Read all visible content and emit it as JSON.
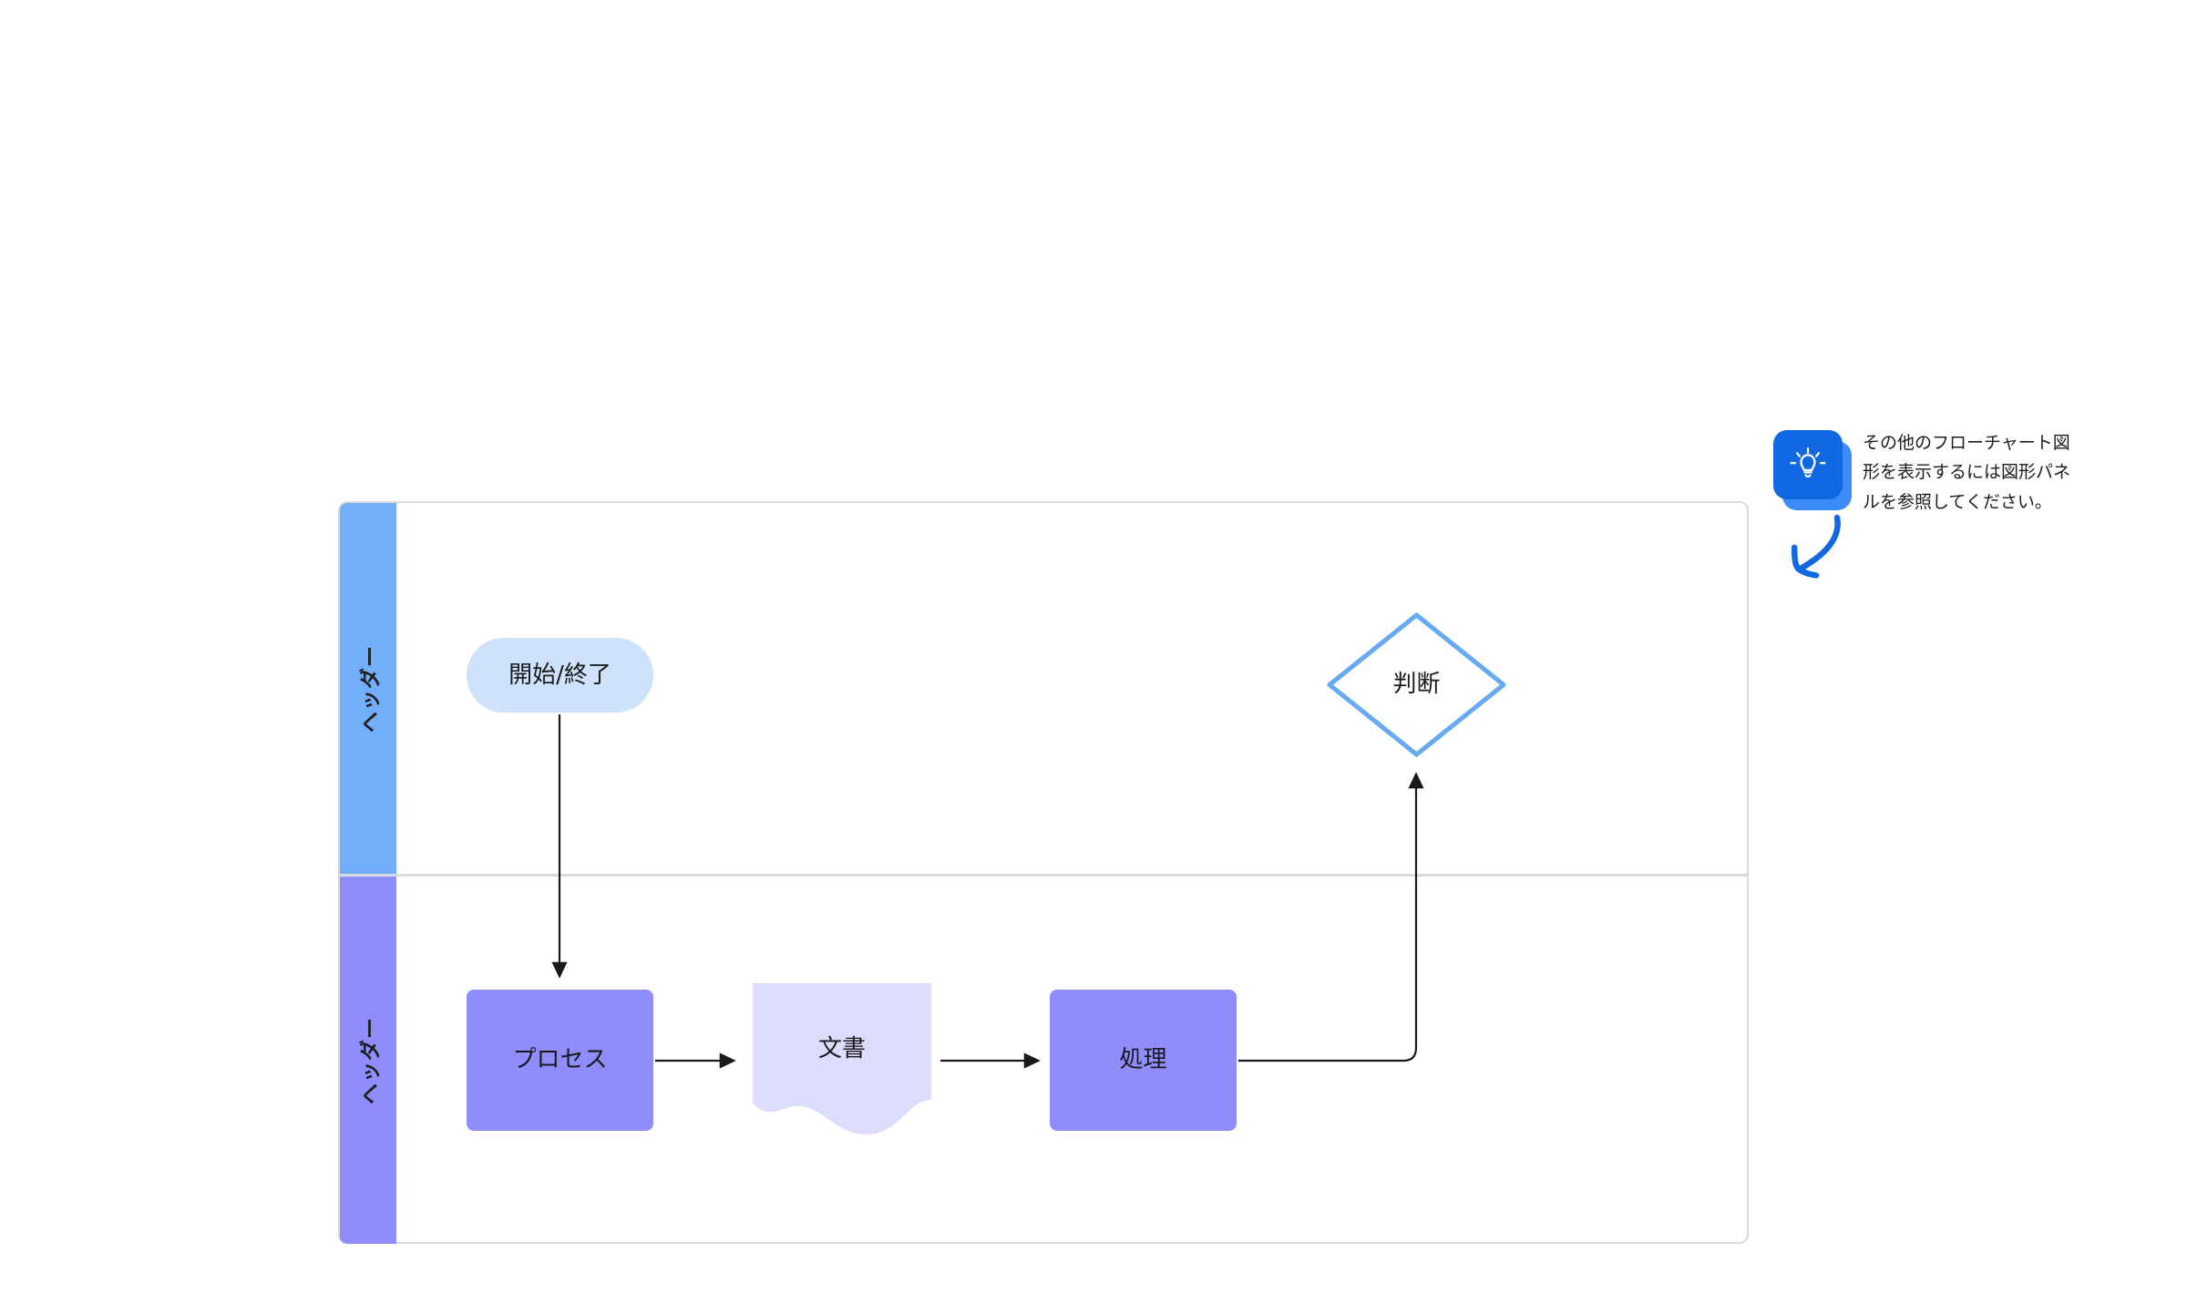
{
  "diagram": {
    "type": "swimlane-flowchart",
    "lanes": [
      {
        "label": "ヘッダー",
        "color": "#73aefb"
      },
      {
        "label": "ヘッダー",
        "color": "#8e8dfb"
      }
    ],
    "nodes": [
      {
        "id": "terminator",
        "label": "開始/終了",
        "shape": "rounded-terminator",
        "lane": 0,
        "fill": "#cfe2fb"
      },
      {
        "id": "decision",
        "label": "判断",
        "shape": "diamond",
        "lane": 0,
        "fill": "#ffffff",
        "stroke": "#66aaf2"
      },
      {
        "id": "process",
        "label": "プロセス",
        "shape": "rectangle",
        "lane": 1,
        "fill": "#8e8dfb"
      },
      {
        "id": "document",
        "label": "文書",
        "shape": "document",
        "lane": 1,
        "fill": "#dedcfd"
      },
      {
        "id": "handling",
        "label": "処理",
        "shape": "rectangle",
        "lane": 1,
        "fill": "#8e8dfb"
      }
    ],
    "edges": [
      {
        "from": "terminator",
        "to": "process",
        "label": ""
      },
      {
        "from": "process",
        "to": "document",
        "label": ""
      },
      {
        "from": "document",
        "to": "handling",
        "label": ""
      },
      {
        "from": "handling",
        "to": "decision",
        "label": ""
      }
    ],
    "edge_color": "#1a1a1a",
    "border_color": "#d5d9e0"
  },
  "tip": {
    "icon": "lightbulb-icon",
    "text": "その他のフローチャート図形を表示するには図形パネルを参照してください。",
    "accent_color": "#1168e3"
  }
}
